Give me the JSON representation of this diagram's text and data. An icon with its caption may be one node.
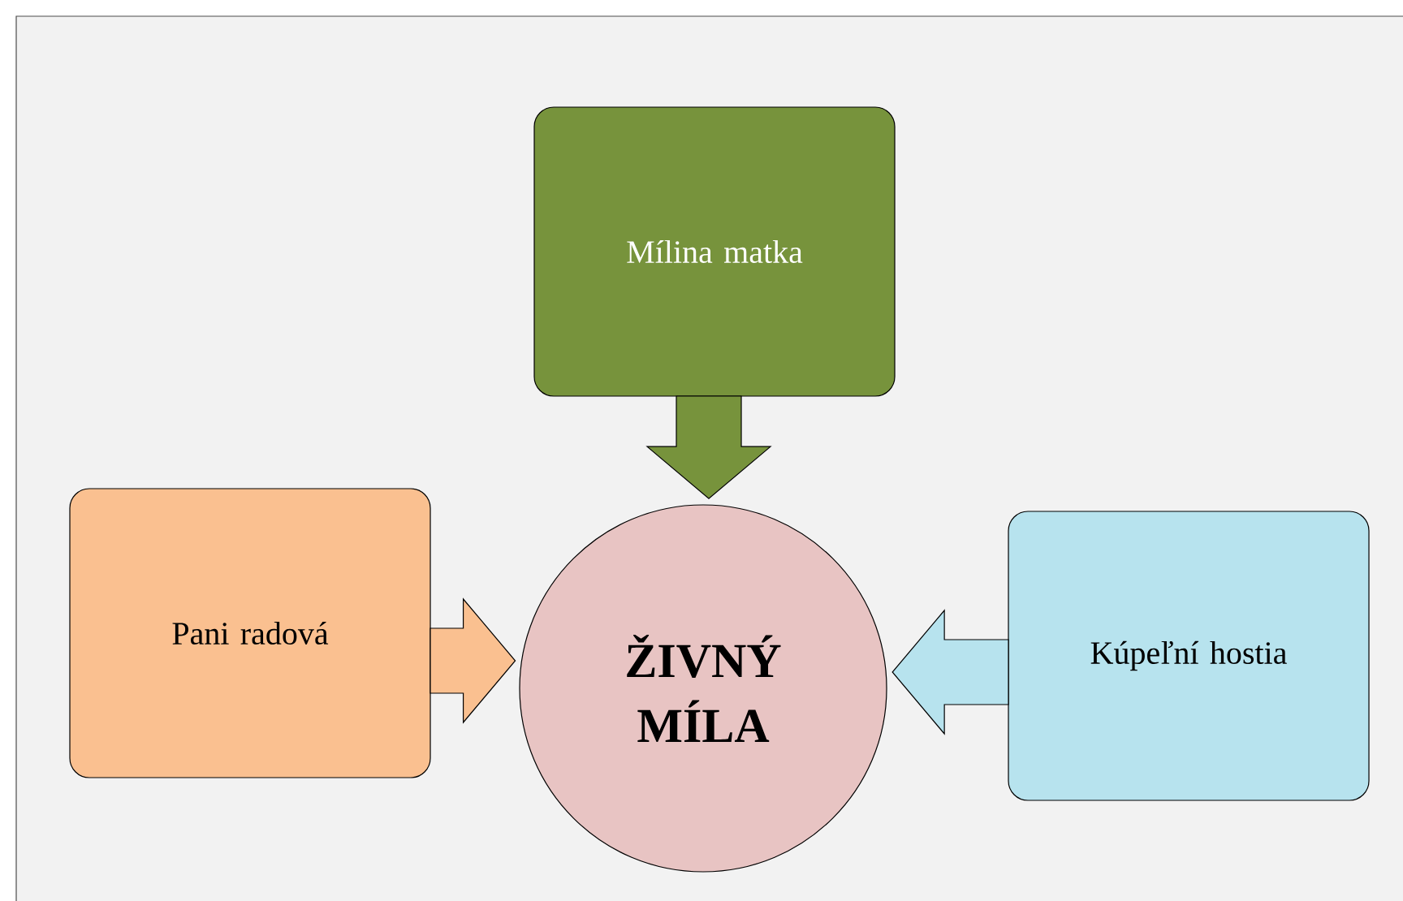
{
  "diagram": {
    "nodes": [
      {
        "text": [
          "Mílina matka"
        ]
      },
      {
        "text": [
          "Pani radová"
        ]
      },
      {
        "text": [
          "ŽIVNÝ MÍLA"
        ]
      },
      {
        "text": [
          "Kúpeľní hostia"
        ]
      }
    ],
    "edges": [
      {
        "from": 0,
        "to": 2,
        "arrow": "to",
        "color": "#77933c"
      },
      {
        "from": 1,
        "to": 2,
        "arrow": "to",
        "color": "#fac090"
      },
      {
        "from": 3,
        "to": 2,
        "arrow": "to",
        "color": "#b7e3ee"
      }
    ]
  }
}
